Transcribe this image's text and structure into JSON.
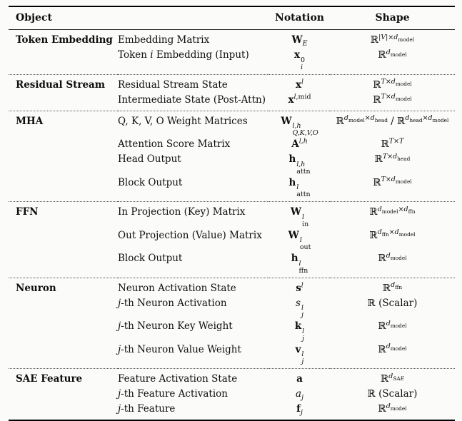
{
  "colors": {
    "background": "#fbfbfa",
    "text": "#0e0e0e",
    "rule_heavy": "#000000",
    "rule_header": "#1c1c1c",
    "rule_dotted": "#555555"
  },
  "header": {
    "object": "Object",
    "notation": "Notation",
    "shape": "Shape"
  },
  "groups": [
    {
      "label": "Token Embedding",
      "rows": [
        {
          "object": "Embedding Matrix",
          "notation": "<b>W</b><sub><i>E</i></sub>",
          "shape": "ℝ<sup>|<i>V</i>|×<i>d</i><sub>model</sub></sup>"
        },
        {
          "object": "Token <i>i</i> Embedding (Input)",
          "notation": "<b>x</b><span class='ss'><span>0</span><span><i>i</i></span></span>",
          "shape": "ℝ<sup><i>d</i><sub>model</sub></sup>"
        }
      ]
    },
    {
      "label": "Residual Stream",
      "rows": [
        {
          "object": "Residual Stream State",
          "notation": "<b>x</b><sup><i>l</i></sup>",
          "shape": "ℝ<sup><i>T</i>×<i>d</i><sub>model</sub></sup>"
        },
        {
          "object": "Intermediate State (Post-Attn)",
          "notation": "<b>x</b><sup><i>l</i>,mid</sup>",
          "shape": "ℝ<sup><i>T</i>×<i>d</i><sub>model</sub></sup>"
        }
      ]
    },
    {
      "label": "MHA",
      "rows": [
        {
          "object": "Q, K, V, O Weight Matrices",
          "notation": "<b>W</b><span class='ss'><span><i>l,h</i></span><span><i>Q,K,V,O</i></span></span>",
          "shape": "ℝ<sup><i>d</i><sub>model</sub>×<i>d</i><sub>head</sub></sup> / ℝ<sup><i>d</i><sub>head</sub>×<i>d</i><sub>model</sub></sup>"
        },
        {
          "object": "Attention Score Matrix",
          "notation": "<b>A</b><sup><i>l,h</i></sup>",
          "shape": "ℝ<sup><i>T</i>×<i>T</i></sup>"
        },
        {
          "object": "Head Output",
          "notation": "<b>h</b><span class='ss'><span><i>l,h</i></span><span>attn</span></span>",
          "shape": "ℝ<sup><i>T</i>×<i>d</i><sub>head</sub></sup>"
        },
        {
          "object": "Block Output",
          "notation": "<b>h</b><span class='ss'><span><i>l</i></span><span>attn</span></span>",
          "shape": "ℝ<sup><i>T</i>×<i>d</i><sub>model</sub></sup>"
        }
      ]
    },
    {
      "label": "FFN",
      "rows": [
        {
          "object": "In Projection (Key) Matrix",
          "notation": "<b>W</b><span class='ss'><span><i>l</i></span><span>in</span></span>",
          "shape": "ℝ<sup><i>d</i><sub>model</sub>×<i>d</i><sub>ffn</sub></sup>"
        },
        {
          "object": "Out Projection (Value) Matrix",
          "notation": "<b>W</b><span class='ss'><span><i>l</i></span><span>out</span></span>",
          "shape": "ℝ<sup><i>d</i><sub>ffn</sub>×<i>d</i><sub>model</sub></sup>"
        },
        {
          "object": "Block Output",
          "notation": "<b>h</b><span class='ss'><span><i>l</i></span><span>ffn</span></span>",
          "shape": "ℝ<sup><i>d</i><sub>model</sub></sup>"
        }
      ]
    },
    {
      "label": "Neuron",
      "rows": [
        {
          "object": "Neuron Activation State",
          "notation": "<b>s</b><sup><i>l</i></sup>",
          "shape": "ℝ<sup><i>d</i><sub>ffn</sub></sup>"
        },
        {
          "object": "<i>j</i>-th Neuron Activation",
          "notation": "<i>s</i><span class='ss'><span><i>l</i></span><span><i>j</i></span></span>",
          "shape": "ℝ (Scalar)"
        },
        {
          "object": "<i>j</i>-th Neuron Key Weight",
          "notation": "<b>k</b><span class='ss'><span><i>l</i></span><span><i>j</i></span></span>",
          "shape": "ℝ<sup><i>d</i><sub>model</sub></sup>"
        },
        {
          "object": "<i>j</i>-th Neuron Value Weight",
          "notation": "<b>v</b><span class='ss'><span><i>l</i></span><span><i>j</i></span></span>",
          "shape": "ℝ<sup><i>d</i><sub>model</sub></sup>"
        }
      ]
    },
    {
      "label": "SAE Feature",
      "rows": [
        {
          "object": "Feature Activation State",
          "notation": "<b>a</b>",
          "shape": "ℝ<sup><i>d</i><sub><i>SAE</i></sub></sup>"
        },
        {
          "object": "<i>j</i>-th Feature Activation",
          "notation": "<i>a</i><sub><i>j</i></sub>",
          "shape": "ℝ (Scalar)"
        },
        {
          "object": "<i>j</i>-th Feature",
          "notation": "<b>f</b><sub><i>j</i></sub>",
          "shape": "ℝ<sup><i>d</i><sub>model</sub></sup>"
        }
      ]
    }
  ]
}
